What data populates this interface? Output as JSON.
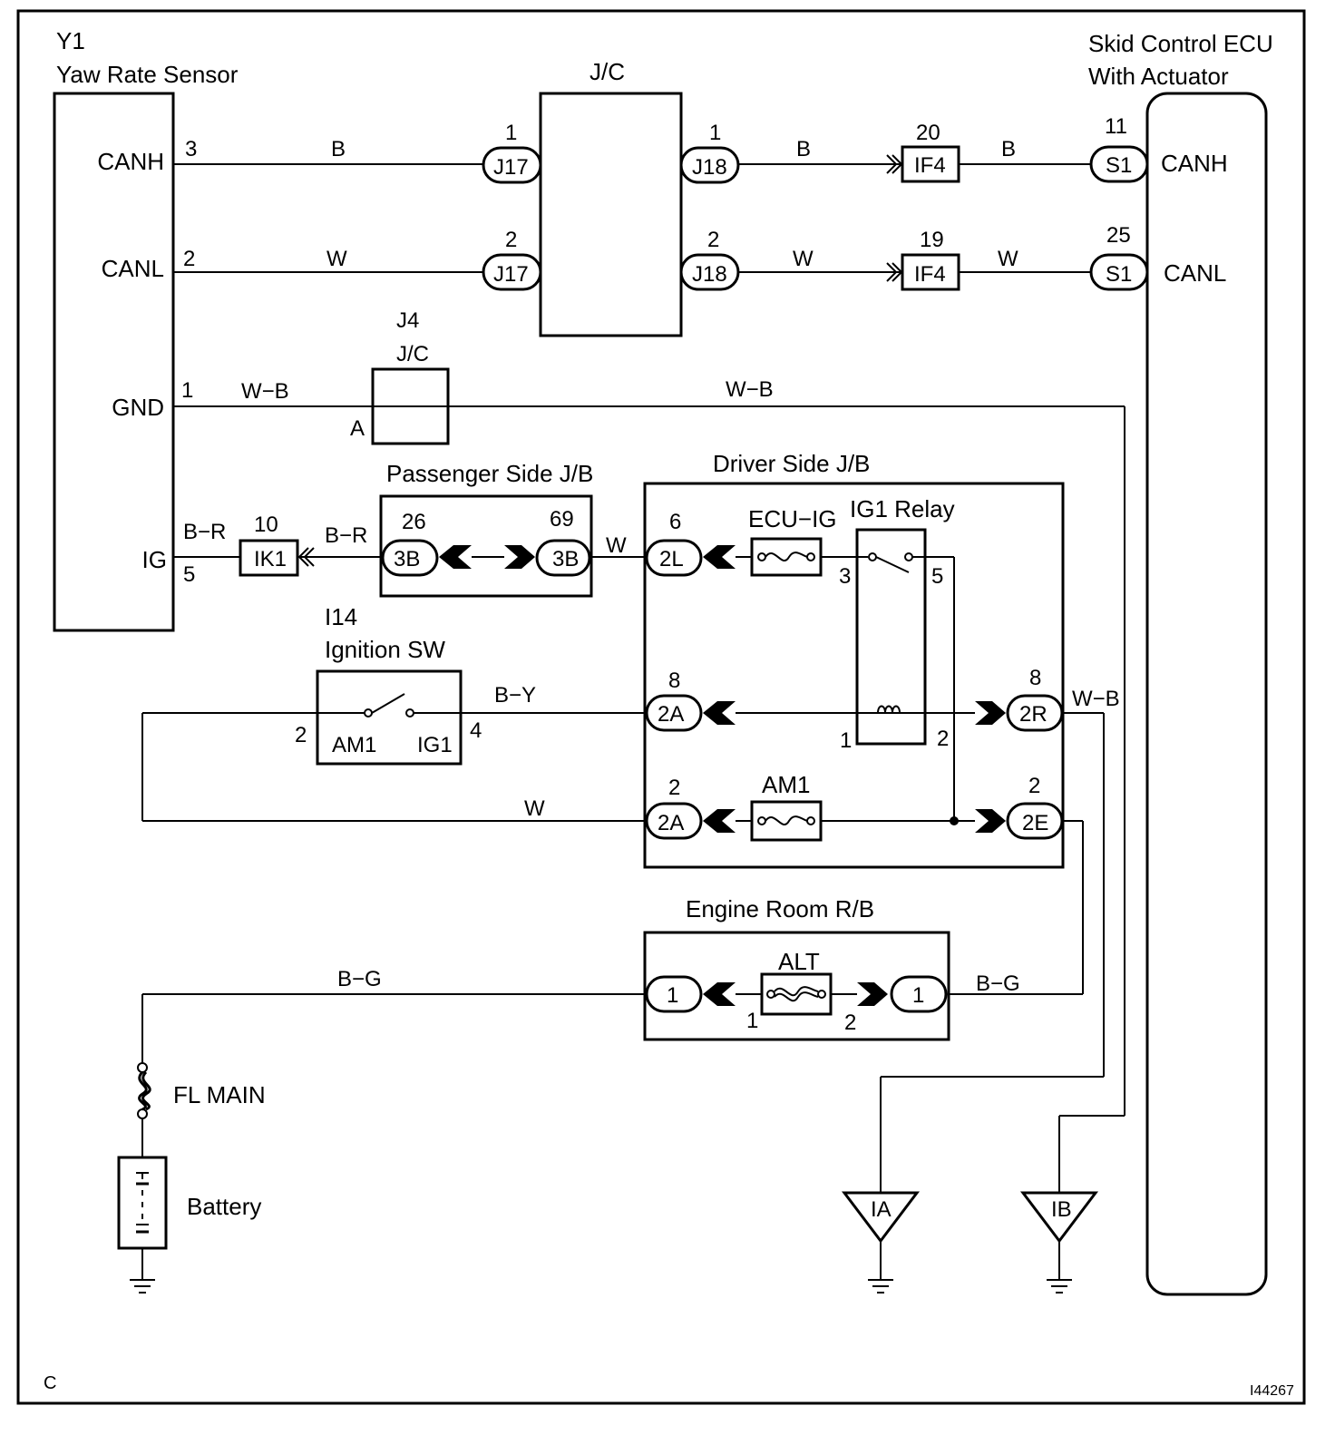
{
  "corner_letter": "C",
  "diagram_code": "I44267",
  "yaw_sensor": {
    "code": "Y1",
    "name": "Yaw Rate Sensor",
    "pins": [
      "CANH",
      "CANL",
      "GND",
      "IG"
    ],
    "pin_nums": [
      "3",
      "2",
      "1",
      "5"
    ]
  },
  "ecu": {
    "name_line1": "Skid Control ECU",
    "name_line2": "With Actuator",
    "canh": "CANH",
    "canl": "CANL",
    "pin_canh": "11",
    "pin_canl": "25"
  },
  "jc_main": {
    "name": "J/C"
  },
  "j4": {
    "code": "J4",
    "name": "J/C",
    "pin": "A"
  },
  "passenger_jb": {
    "name": "Passenger Side J/B",
    "pin_left": "26",
    "pin_right": "69",
    "conn": "3B"
  },
  "driver_jb": {
    "name": "Driver Side J/B",
    "ecu_ig": "ECU−IG",
    "ig1_relay": "IG1 Relay",
    "am1": "AM1"
  },
  "ignition_sw": {
    "code": "I14",
    "name": "Ignition SW",
    "am1": "AM1",
    "ig1": "IG1",
    "pin_left": "2",
    "pin_right": "4"
  },
  "engine_rb": {
    "name": "Engine Room R/B",
    "alt": "ALT",
    "pin1": "1",
    "pin2": "2"
  },
  "fl_main": "FL MAIN",
  "battery": "Battery",
  "grounds": [
    "IA",
    "IB"
  ],
  "connectors": {
    "j17": "J17",
    "j18": "J18",
    "if4": "IF4",
    "s1": "S1",
    "ik1": "IK1",
    "c2l": "2L",
    "c2a": "2A",
    "c2r": "2R",
    "c2e": "2E",
    "c1": "1"
  },
  "wires": {
    "b": "B",
    "w": "W",
    "wb": "W−B",
    "br": "B−R",
    "by": "B−Y",
    "bg": "B−G"
  },
  "nums": {
    "n1": "1",
    "n2": "2",
    "n3": "3",
    "n5": "5",
    "n6": "6",
    "n8": "8",
    "n10": "10",
    "n19": "19",
    "n20": "20"
  }
}
